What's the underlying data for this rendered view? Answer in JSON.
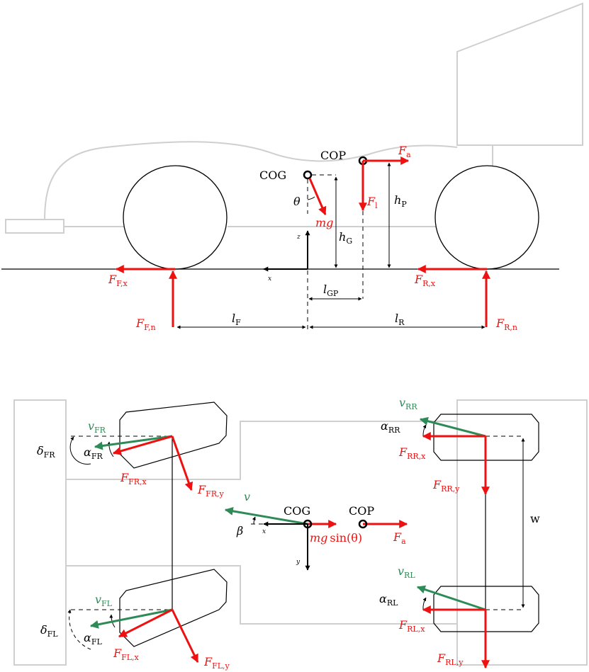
{
  "colors": {
    "force": "#ee1111",
    "velocity": "#2e8b57",
    "outline": "#cfcfcf",
    "ink": "#000000"
  },
  "side_view": {
    "cog": "COG",
    "cop": "COP",
    "theta": "θ",
    "weight": {
      "main": "mg",
      "sub": ""
    },
    "aero_drag": {
      "main": "F",
      "sub": "a"
    },
    "aero_lift": {
      "main": "F",
      "sub": "l"
    },
    "front_long": {
      "main": "F",
      "sub": "F,x"
    },
    "rear_long": {
      "main": "F",
      "sub": "R,x"
    },
    "front_normal": {
      "main": "F",
      "sub": "F,n"
    },
    "rear_normal": {
      "main": "F",
      "sub": "R,n"
    },
    "h_g": {
      "main": "h",
      "sub": "G"
    },
    "h_p": {
      "main": "h",
      "sub": "P"
    },
    "l_gp": {
      "main": "l",
      "sub": "GP"
    },
    "l_f": {
      "main": "l",
      "sub": "F"
    },
    "l_r": {
      "main": "l",
      "sub": "R"
    },
    "axis_x": "x",
    "axis_z": "z"
  },
  "top_view": {
    "cog": "COG",
    "cop": "COP",
    "velocity": {
      "main": "v",
      "sub": ""
    },
    "beta": "β",
    "lateral_weight": {
      "main": "mg",
      "rest": "sin(θ)"
    },
    "aero_drag": {
      "main": "F",
      "sub": "a"
    },
    "width": "w",
    "axis_x": "x",
    "axis_y": "y",
    "fr": {
      "v": {
        "main": "v",
        "sub": "FR"
      },
      "alpha": {
        "main": "α",
        "sub": "FR"
      },
      "delta": {
        "main": "δ",
        "sub": "FR"
      },
      "fx": {
        "main": "F",
        "sub": "FR,x"
      },
      "fy": {
        "main": "F",
        "sub": "FR,y"
      }
    },
    "fl": {
      "v": {
        "main": "v",
        "sub": "FL"
      },
      "alpha": {
        "main": "α",
        "sub": "FL"
      },
      "delta": {
        "main": "δ",
        "sub": "FL"
      },
      "fx": {
        "main": "F",
        "sub": "FL,x"
      },
      "fy": {
        "main": "F",
        "sub": "FL,y"
      }
    },
    "rr": {
      "v": {
        "main": "v",
        "sub": "RR"
      },
      "alpha": {
        "main": "α",
        "sub": "RR"
      },
      "fx": {
        "main": "F",
        "sub": "RR,x"
      },
      "fy": {
        "main": "F",
        "sub": "RR,y"
      }
    },
    "rl": {
      "v": {
        "main": "v",
        "sub": "RL"
      },
      "alpha": {
        "main": "α",
        "sub": "RL"
      },
      "fx": {
        "main": "F",
        "sub": "RL,x"
      },
      "fy": {
        "main": "F",
        "sub": "RL,y"
      }
    }
  }
}
